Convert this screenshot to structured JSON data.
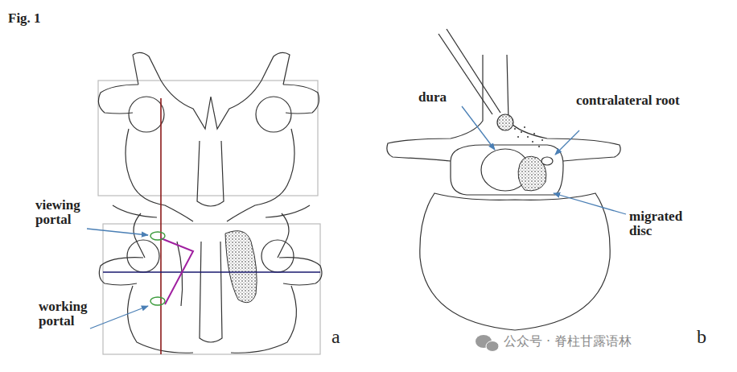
{
  "diagram": {
    "title": "Fig. 1",
    "labels": [
      "viewing portal",
      "working portal",
      "a",
      "dura",
      "contralateral root",
      "migrated disc",
      "b",
      "公众号 · 脊柱甘露语林"
    ]
  }
}
